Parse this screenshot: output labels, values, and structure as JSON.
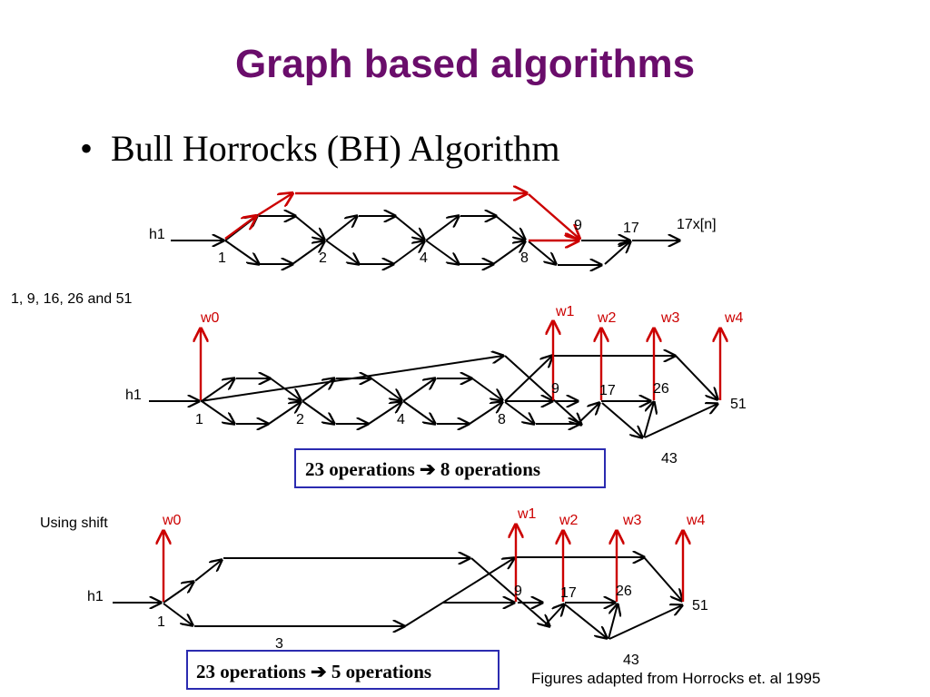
{
  "slide": {
    "title": "Graph based algorithms",
    "bullet": "Bull Horrocks (BH) Algorithm",
    "credit": "Figures adapted from Horrocks  et. al 1995"
  },
  "diagram1": {
    "input": "h1",
    "output": "17x[n]",
    "nodes": {
      "n1": "1",
      "n2": "2",
      "n4": "4",
      "n8": "8",
      "n9": "9",
      "n17": "17"
    }
  },
  "diagram2": {
    "caption": "1, 9, 16, 26 and 51",
    "input": "h1",
    "nodes": {
      "n1": "1",
      "n2": "2",
      "n4": "4",
      "n8": "8",
      "n9": "9",
      "n17": "17",
      "n26": "26",
      "n43": "43",
      "n51": "51"
    },
    "outputs": {
      "w0": "w0",
      "w1": "w1",
      "w2": "w2",
      "w3": "w3",
      "w4": "w4"
    },
    "box": "23 operations ➔ 8 operations"
  },
  "diagram3": {
    "caption": "Using shift",
    "input": "h1",
    "nodes": {
      "n1": "1",
      "n3": "3",
      "n9": "9",
      "n17": "17",
      "n26": "26",
      "n43": "43",
      "n51": "51"
    },
    "outputs": {
      "w0": "w0",
      "w1": "w1",
      "w2": "w2",
      "w3": "w3",
      "w4": "w4"
    },
    "box": "23 operations ➔ 5 operations"
  },
  "colors": {
    "title": "#6a0d6b",
    "red": "#cc0000",
    "box_border": "#2b2bb0"
  }
}
